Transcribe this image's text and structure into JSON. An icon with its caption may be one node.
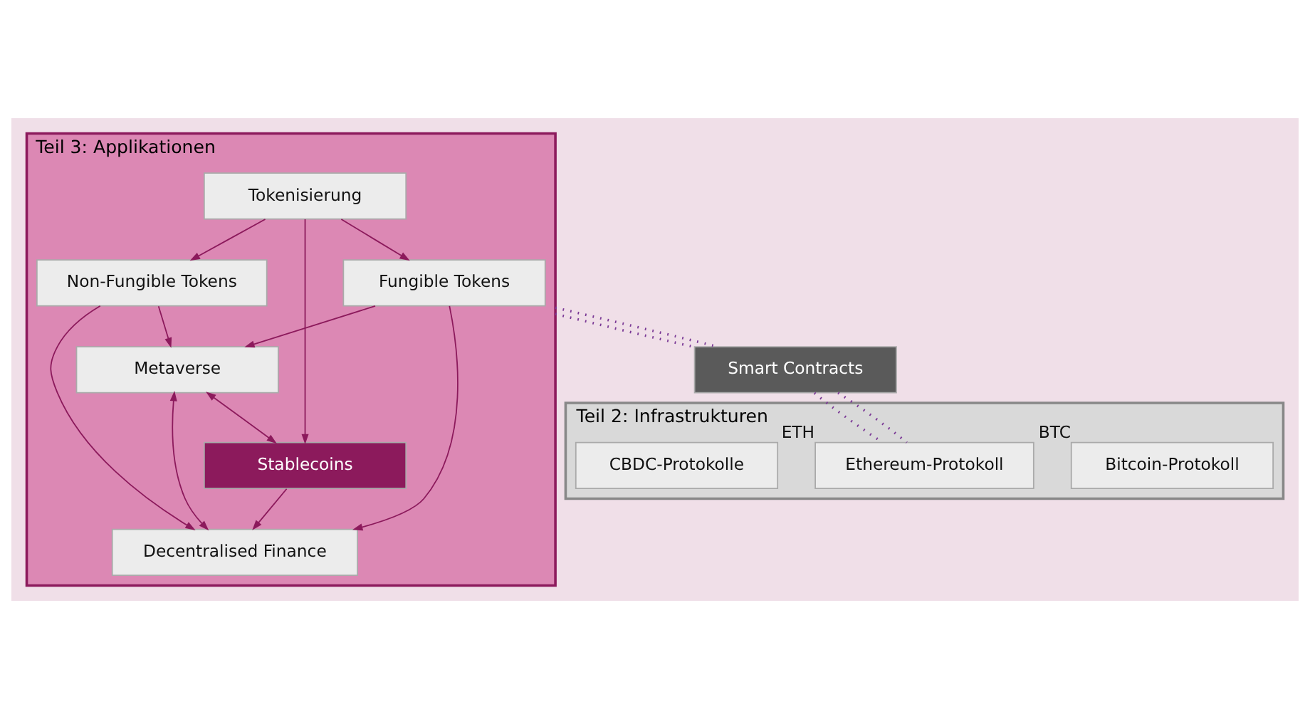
{
  "diagram": {
    "nodes": [
      {
        "text": [
          "Teil 3: Applikationen"
        ]
      },
      {
        "text": [
          "Fungible Tokens"
        ],
        "in": 0
      },
      {
        "text": [
          "Non-Fungible Tokens"
        ],
        "in": 0
      },
      {
        "text": [
          "Metaverse"
        ],
        "in": 0
      },
      {
        "text": [
          "Tokenisierung"
        ],
        "in": 0
      },
      {
        "text": [
          "Decentralised Finance"
        ],
        "in": 0
      },
      {
        "text": [
          "Stablecoins"
        ],
        "in": 0
      },
      {
        "text": [
          "Smart Contracts"
        ]
      },
      {
        "text": [
          "Teil 2: Infrastrukturen"
        ]
      },
      {
        "text": [
          "Bitcoin-Protokoll"
        ],
        "in": 8,
        "beside": [
          "BTC"
        ]
      },
      {
        "text": [
          "Ethereum-Protokoll"
        ],
        "in": 8,
        "beside": [
          "ETH"
        ]
      },
      {
        "text": [
          "CBDC-Protokolle"
        ],
        "in": 8
      }
    ],
    "edges": [
      {
        "from": 4,
        "to": 1,
        "arrow": "to"
      },
      {
        "from": 4,
        "to": 2,
        "arrow": "to"
      },
      {
        "from": 4,
        "to": 6,
        "arrow": "to"
      },
      {
        "from": 1,
        "to": 3,
        "arrow": "to"
      },
      {
        "from": 2,
        "to": 3,
        "arrow": "to"
      },
      {
        "from": 1,
        "to": 5,
        "arrow": "to"
      },
      {
        "from": 2,
        "to": 5,
        "arrow": "to"
      },
      {
        "from": 3,
        "to": 5,
        "arrow": "both"
      },
      {
        "from": 3,
        "to": 6,
        "arrow": "both"
      },
      {
        "from": 6,
        "to": 5,
        "arrow": "to"
      },
      {
        "from": 0,
        "to": 7,
        "arrow": "none",
        "style": "dashed",
        "color": "#7b3a96"
      },
      {
        "from": 0,
        "to": 7,
        "arrow": "none",
        "style": "dashed",
        "color": "#7b3a96"
      },
      {
        "from": 7,
        "to": 10,
        "arrow": "none",
        "style": "dashed",
        "color": "#7b3a96"
      },
      {
        "from": 7,
        "to": 10,
        "arrow": "none",
        "style": "dashed",
        "color": "#7b3a96"
      }
    ]
  }
}
